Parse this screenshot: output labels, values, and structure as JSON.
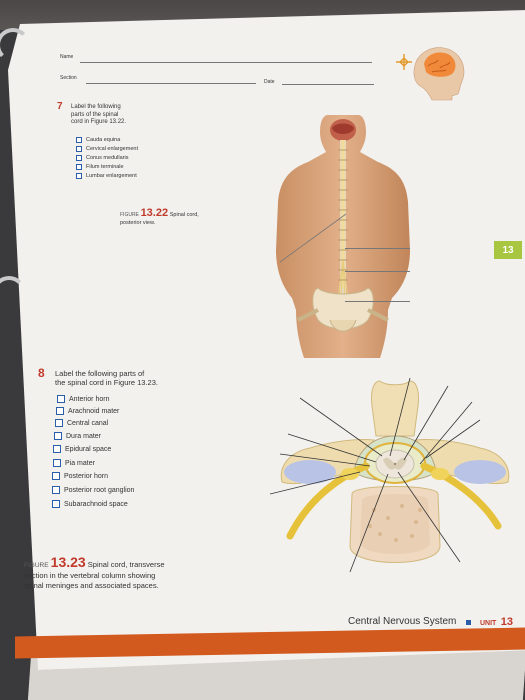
{
  "header": {
    "name_label": "Name",
    "section_label": "Section",
    "date_label": "Date"
  },
  "q7": {
    "number": "7",
    "prompt_lines": [
      "Label the following",
      "parts of the spinal",
      "cord in Figure 13.22."
    ],
    "items": [
      "Cauda equina",
      "Cervical enlargement",
      "Conus medullaris",
      "Filum terminale",
      "Lumbar enlargement"
    ]
  },
  "fig1322": {
    "word": "FIGURE",
    "number": "13.22",
    "caption_lines": [
      "Spinal cord,",
      "posterior view."
    ]
  },
  "q8": {
    "number": "8",
    "prompt_lines": [
      "Label the following parts of",
      "the spinal cord in Figure 13.23."
    ],
    "items": [
      "Anterior horn",
      "Arachnoid mater",
      "Central canal",
      "Dura mater",
      "Epidural space",
      "Pia mater",
      "Posterior horn",
      "Posterior root ganglion",
      "Subarachnoid space"
    ]
  },
  "fig1323": {
    "word": "FIGURE",
    "number": "13.23",
    "caption_first": "Spinal cord, transverse",
    "caption_lines": [
      "section in the vertebral column showing",
      "spinal meninges and associated spaces."
    ]
  },
  "side_tab": "13",
  "footer": {
    "chapter": "Central Nervous System",
    "unit_word": "UNIT",
    "unit_number": "13"
  },
  "colors": {
    "accent_red": "#c0392b",
    "tab_green": "#a8c63f",
    "footer_orange": "#d35a1f",
    "checkbox_blue": "#2b5ea8"
  }
}
